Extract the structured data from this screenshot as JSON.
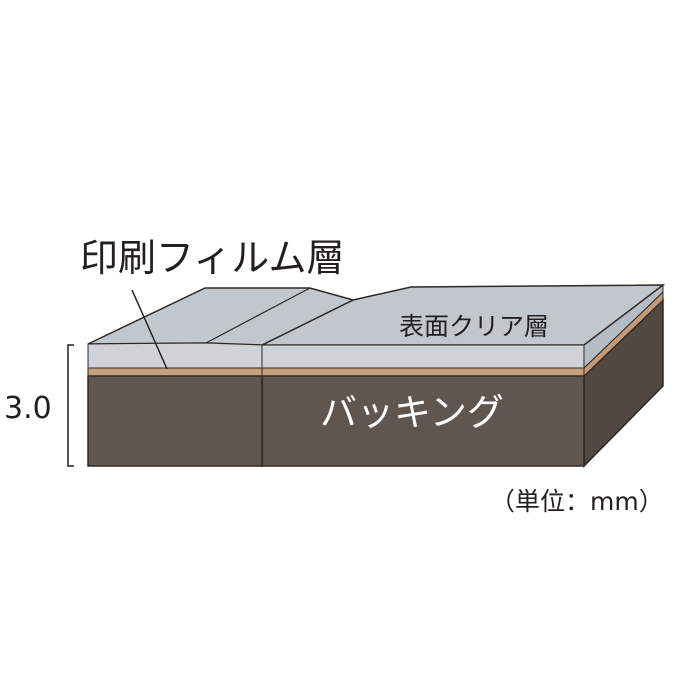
{
  "labels": {
    "print_film_layer": "印刷フィルム層",
    "surface_clear_layer": "表面クリア層",
    "backing": "バッキング",
    "thickness": "3.0",
    "unit": "（単位：mm）"
  },
  "colors": {
    "clear_top": "#c2c7cd",
    "clear_front": "#cfd3d8",
    "print_film": "#c7a07c",
    "backing_front": "#605650",
    "backing_side": "#514843",
    "outline": "#2f2825",
    "text": "#231f20",
    "backing_text": "#ffffff"
  }
}
